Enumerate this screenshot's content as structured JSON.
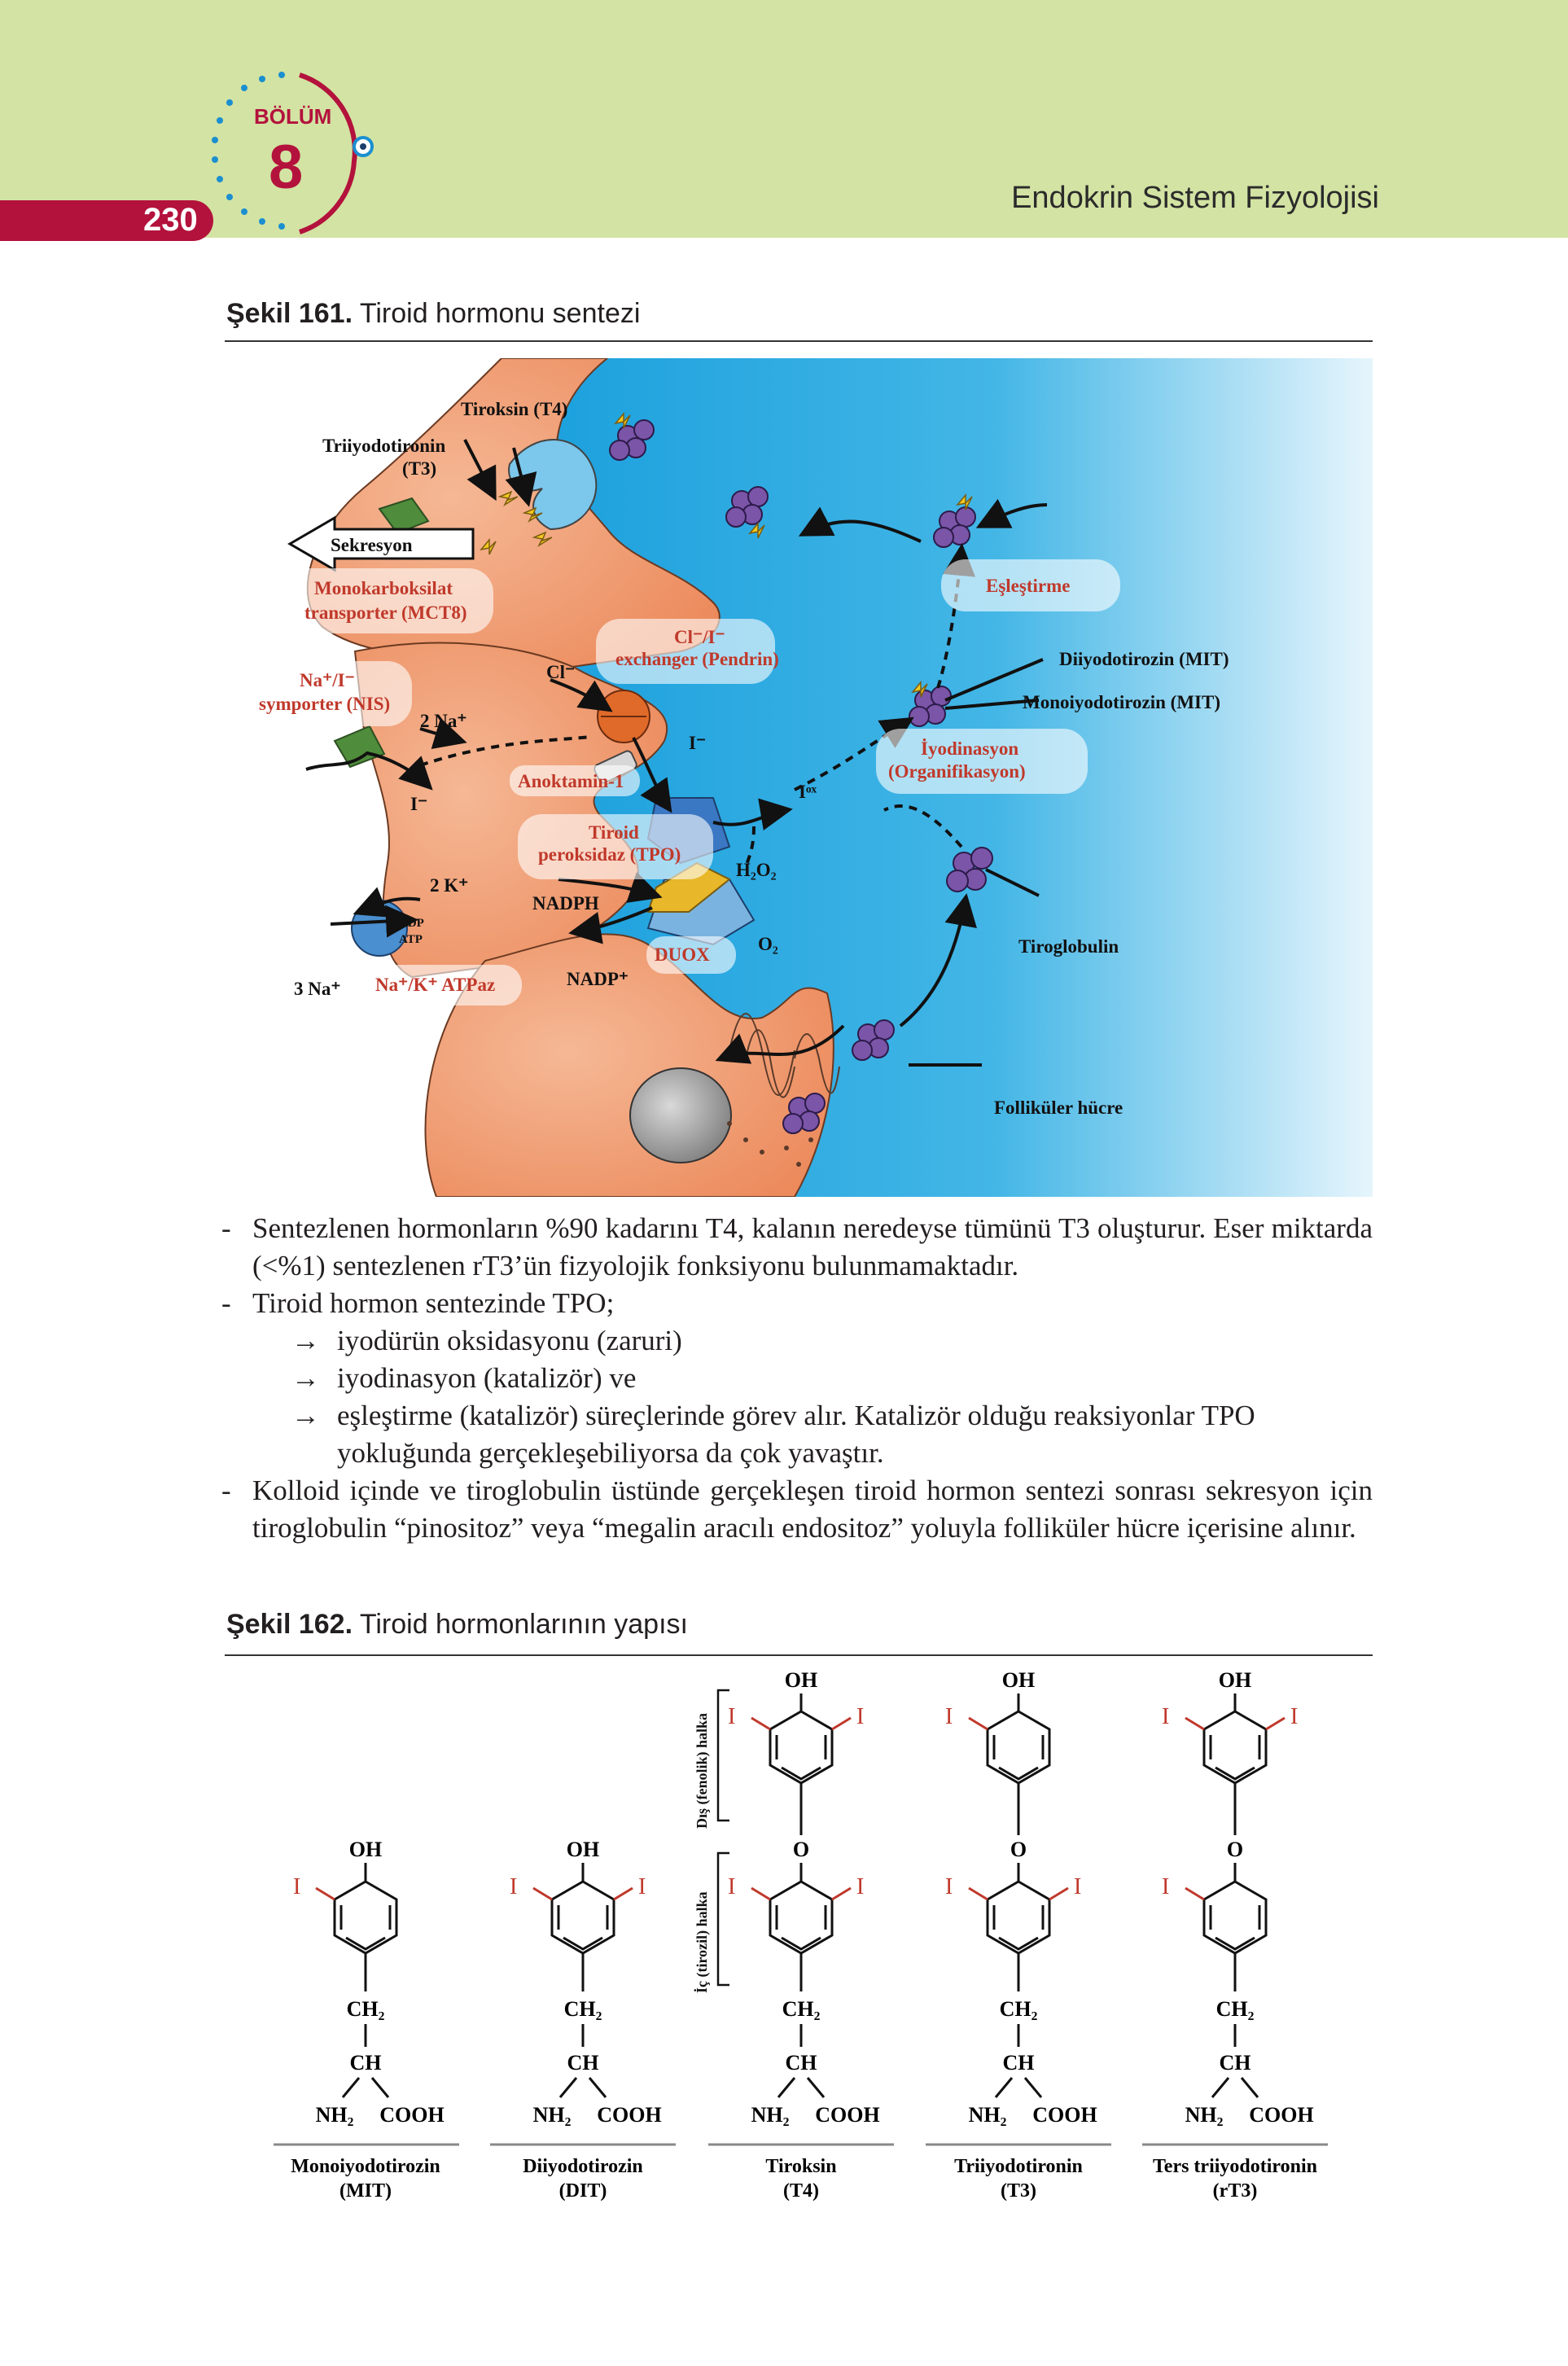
{
  "header": {
    "page_number": "230",
    "chapter_label": "BÖLÜM",
    "chapter_number": "8",
    "running_title": "Endokrin Sistem Fizyolojisi"
  },
  "figure161": {
    "caption_bold": "Şekil 161.",
    "caption_text": " Tiroid hormonu sentezi",
    "labels": {
      "triiyodotironin_1": "Triiyodotironin",
      "triiyodotironin_2": "(T3)",
      "tiroksin": "Tiroksin (T4)",
      "sekresyon": "Sekresyon",
      "mct8_1": "Monokarboksilat",
      "mct8_2": "transporter (MCT8)",
      "nis_1": "Na⁺/I⁻",
      "nis_2": "symporter (NIS)",
      "two_na": "2 Na⁺",
      "iodide": "I⁻",
      "cl": "Cl⁻",
      "pendrin_1": "Cl⁻/I⁻",
      "pendrin_2": "exchanger (Pendrin)",
      "anoktamin": "Anoktamin-1",
      "iodide_lumen": "I⁻",
      "iox": "Iᵒˣ",
      "tpo_1": "Tiroid",
      "tpo_2": "peroksidaz (TPO)",
      "h2o2": "H₂O₂",
      "two_k": "2 K⁺",
      "nadph": "NADPH",
      "adp": "ADP",
      "atp": "ATP",
      "three_na": "3 Na⁺",
      "atpaz": "Na⁺/K⁺ ATPaz",
      "nadp": "NADP⁺",
      "duox": "DUOX",
      "o2": "O₂",
      "eslestirme": "Eşleştirme",
      "dit": "Diiyodotirozin (MIT)",
      "mit": "Monoiyodotirozin (MIT)",
      "iyodinasyon_1": "İyodinasyon",
      "iyodinasyon_2": "(Organifikasyon)",
      "tiroglobulin": "Tiroglobulin",
      "folliculer": "Folliküler hücre"
    }
  },
  "bullets": [
    "Sentezlenen hormonların %90 kadarını T4, kalanın neredeyse tümünü T3 oluşturur. Eser miktarda (<%1) sentezlenen rT3’ün fizyolojik fonksiyonu bulunmamaktadır.",
    "Tiroid hormon sentezinde TPO;",
    "Kolloid içinde ve tiroglobulin üstünde gerçekleşen tiroid hormon sentezi sonrası sekresyon için tiroglobulin “pinositoz” veya “megalin aracılı endositoz” yoluyla folliküler hücre içerisine alınır."
  ],
  "tpo_items": [
    "iyodürün oksidasyonu (zaruri)",
    "iyodinasyon (katalizör) ve",
    "eşleştirme (katalizör) süreçlerinde görev alır. Katalizör olduğu reaksiyonlar TPO yokluğunda gerçekleşebiliyorsa da çok yavaştır."
  ],
  "arrow_symbol": "→",
  "figure162": {
    "caption_bold": "Şekil 162.",
    "caption_text": " Tiroid hormonlarının yapısı",
    "outer_ring_label": "Dış (fenolik) halka",
    "inner_ring_label": "İç (tirozil) halka",
    "oh": "OH",
    "o": "O",
    "i": "I",
    "ch2": "CH₂",
    "ch": "CH",
    "nh2": "NH₂",
    "cooh": "COOH",
    "compounds": [
      {
        "name": "Monoiyodotirozin",
        "abbr": "(MIT)"
      },
      {
        "name": "Diiyodotirozin",
        "abbr": "(DIT)"
      },
      {
        "name": "Tiroksin",
        "abbr": "(T4)"
      },
      {
        "name": "Triiyodotironin",
        "abbr": "(T3)"
      },
      {
        "name": "Ters triiyodotironin",
        "abbr": "(rT3)"
      }
    ]
  }
}
